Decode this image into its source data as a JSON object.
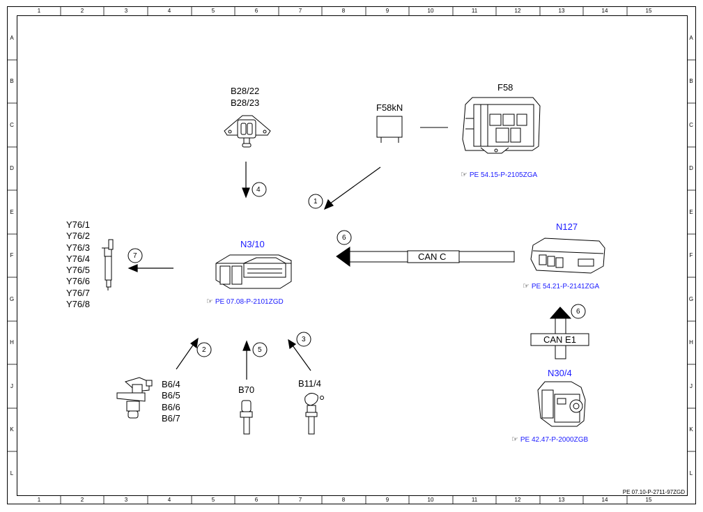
{
  "grid": {
    "columns": [
      "1",
      "2",
      "3",
      "4",
      "5",
      "6",
      "7",
      "8",
      "9",
      "10",
      "11",
      "12",
      "13",
      "14",
      "15"
    ],
    "rows": [
      "A",
      "B",
      "C",
      "D",
      "E",
      "F",
      "G",
      "H",
      "J",
      "K",
      "L"
    ]
  },
  "components": {
    "b28": {
      "line1": "B28/22",
      "line2": "B28/23"
    },
    "f58kn": {
      "label": "F58kN"
    },
    "f58": {
      "label": "F58",
      "ref": "PE 54.15-P-2105ZGA"
    },
    "n310": {
      "label": "N3/10",
      "ref": "PE 07.08-P-2101ZGD"
    },
    "n127": {
      "label": "N127",
      "ref": "PE 54.21-P-2141ZGA"
    },
    "n304": {
      "label": "N30/4",
      "ref": "PE 42.47-P-2000ZGB"
    },
    "y76": {
      "lines": [
        "Y76/1",
        "Y76/2",
        "Y76/3",
        "Y76/4",
        "Y76/5",
        "Y76/6",
        "Y76/7",
        "Y76/8"
      ]
    },
    "b6": {
      "lines": [
        "B6/4",
        "B6/5",
        "B6/6",
        "B6/7"
      ]
    },
    "b70": {
      "label": "B70"
    },
    "b114": {
      "label": "B11/4"
    }
  },
  "buses": {
    "can_c": "CAN C",
    "can_e1": "CAN E1"
  },
  "signals": [
    "1",
    "2",
    "3",
    "4",
    "5",
    "6",
    "6",
    "7"
  ],
  "document_ref": "PE 07.10-P-2711-97ZGD",
  "icons": [
    "pointing-hand-icon"
  ]
}
